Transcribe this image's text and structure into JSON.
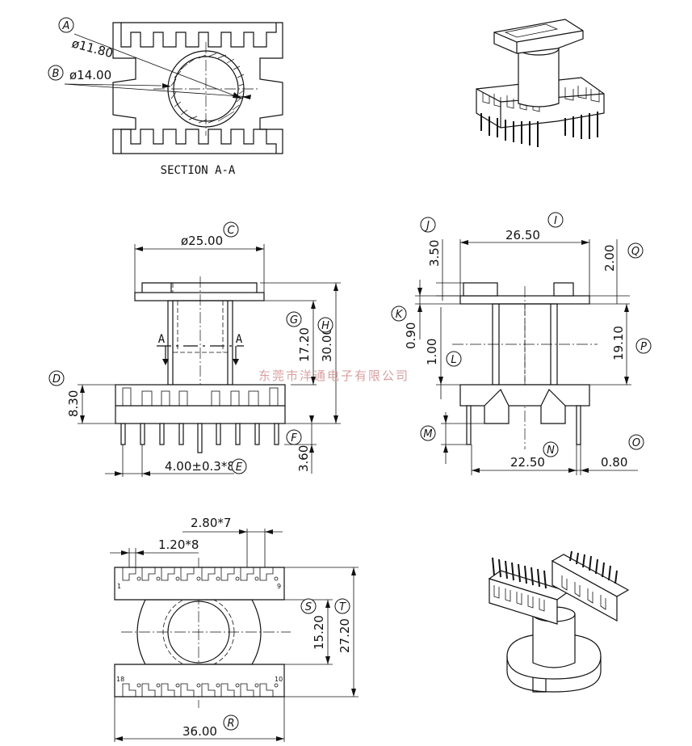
{
  "section_view": {
    "title": "SECTION A-A",
    "dims": [
      {
        "tag": "A",
        "value": "ø11.80"
      },
      {
        "tag": "B",
        "value": "ø14.00"
      }
    ]
  },
  "front_view": {
    "dims": [
      {
        "tag": "C",
        "value": "ø25.00"
      },
      {
        "tag": "G",
        "value": "17.20"
      },
      {
        "tag": "H",
        "value": "30.00"
      },
      {
        "tag": "D",
        "value": "8.30"
      },
      {
        "tag": "F",
        "value": "3.60"
      },
      {
        "tag": "E",
        "value": "4.00±0.3*8"
      }
    ],
    "section_marks": [
      "A",
      "A"
    ]
  },
  "side_view": {
    "dims": [
      {
        "tag": "I",
        "value": "26.50"
      },
      {
        "tag": "J",
        "value": "3.50"
      },
      {
        "tag": "Q",
        "value": "2.00"
      },
      {
        "tag": "K",
        "value": "0.90"
      },
      {
        "tag": "L",
        "value": "1.00"
      },
      {
        "tag": "P",
        "value": "19.10"
      },
      {
        "tag": "M",
        "value": ""
      },
      {
        "tag": "N",
        "value": "22.50"
      },
      {
        "tag": "O",
        "value": "0.80"
      }
    ]
  },
  "bottom_view": {
    "dims": [
      {
        "tag": "",
        "value": "2.80*7"
      },
      {
        "tag": "",
        "value": "1.20*8"
      },
      {
        "tag": "S",
        "value": "15.20"
      },
      {
        "tag": "T",
        "value": "27.20"
      },
      {
        "tag": "R",
        "value": "36.00"
      }
    ],
    "pin_labels": [
      "1",
      "9",
      "18",
      "10"
    ]
  },
  "watermark": "东莞市洋通电子有限公司",
  "colors": {
    "line": "#111111",
    "watermark": "#d9a0a0",
    "background": "#ffffff"
  }
}
